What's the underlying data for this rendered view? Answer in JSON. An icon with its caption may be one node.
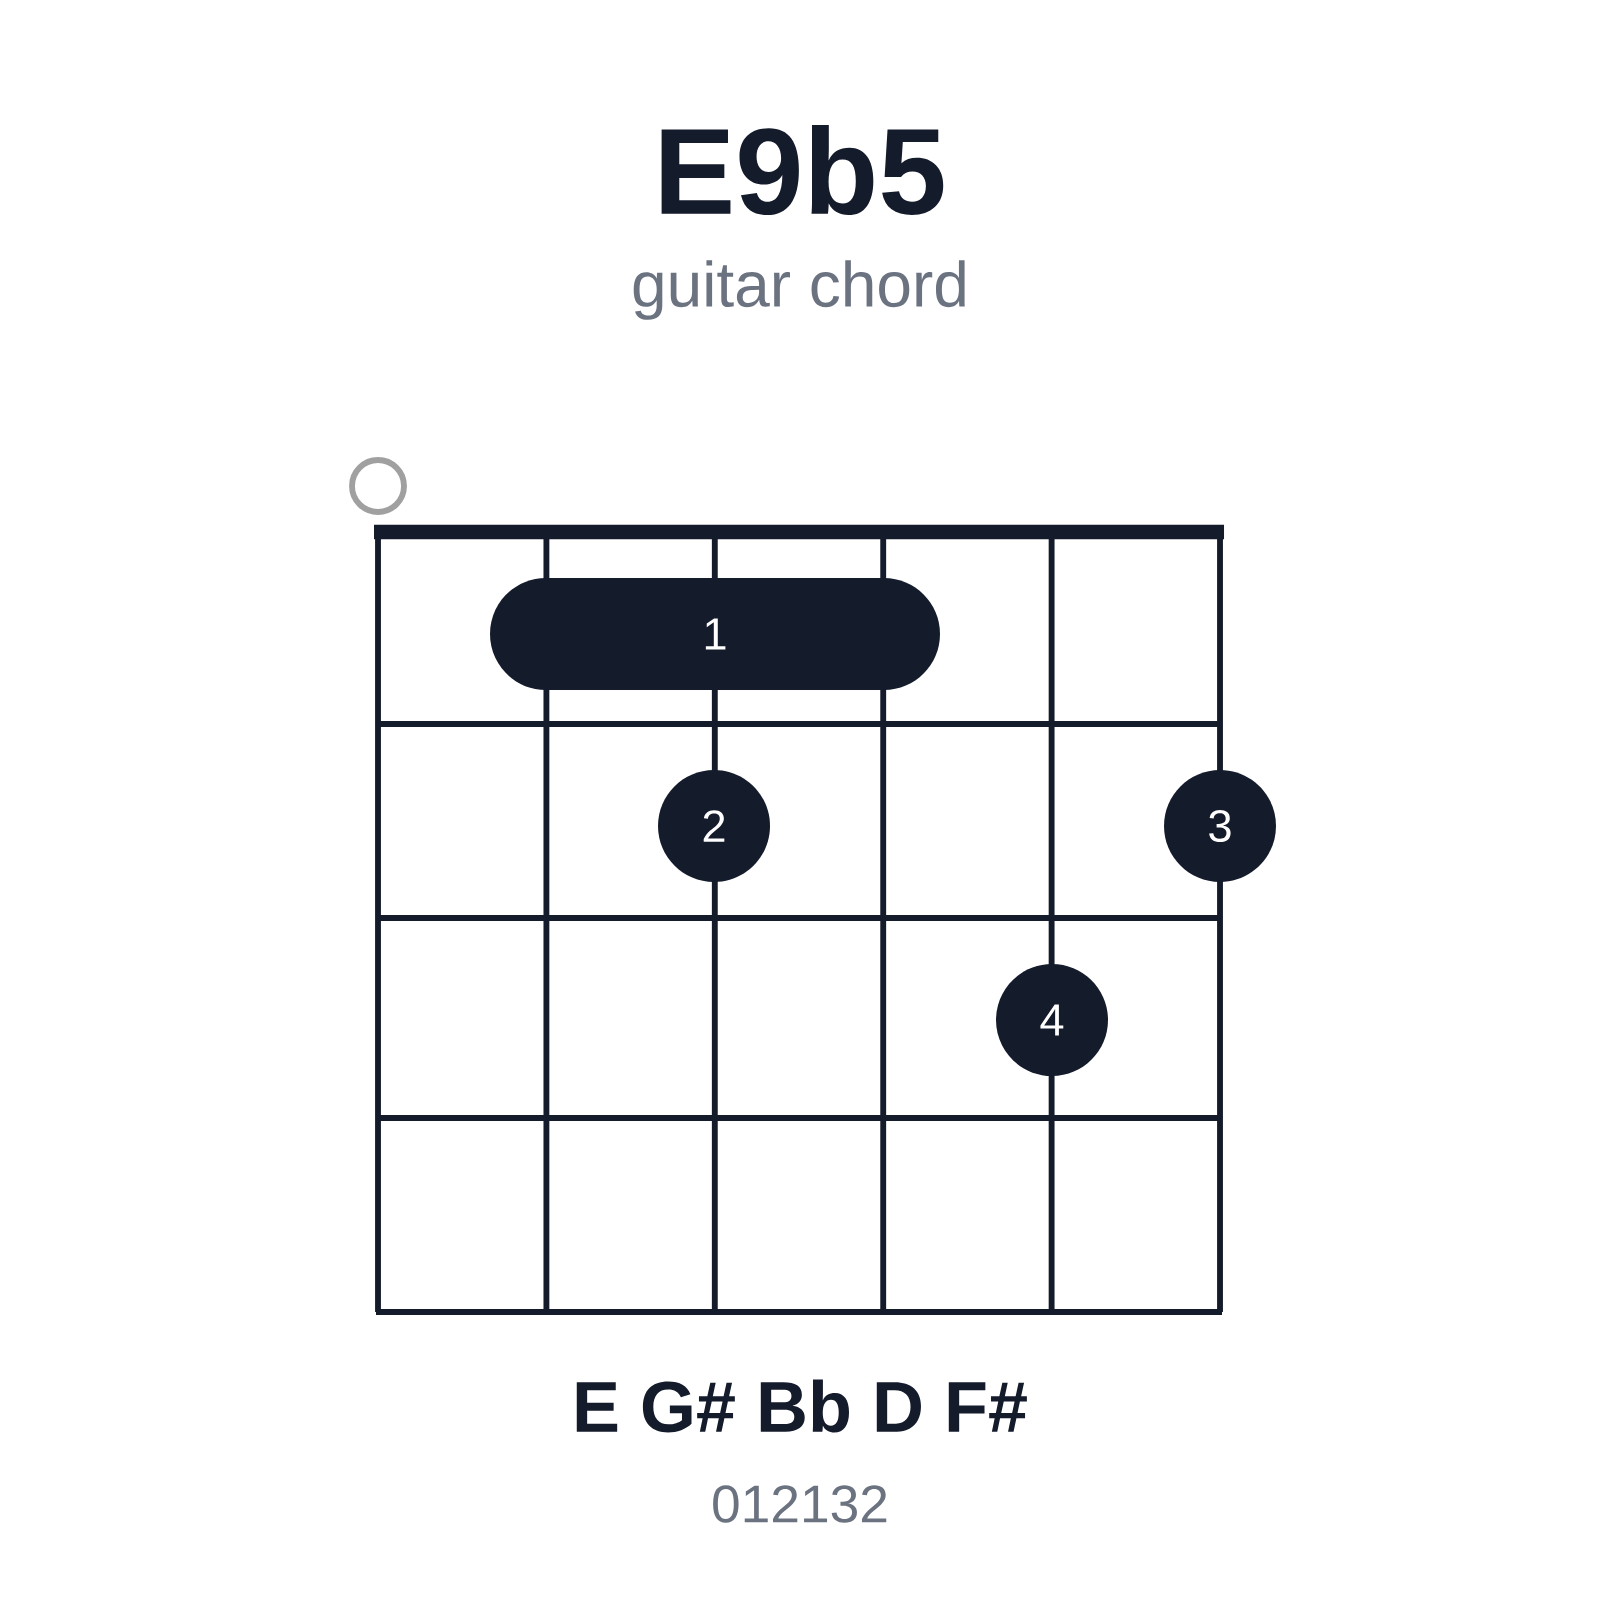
{
  "diagram": {
    "title": "E9b5",
    "nodes": [
      {
        "text": [],
        "shape": "circle"
      },
      {
        "text": [
          "1"
        ]
      },
      {
        "text": [
          "2"
        ]
      },
      {
        "text": [
          "3"
        ]
      },
      {
        "text": [
          "4"
        ]
      }
    ],
    "labels": [
      "guitar chord",
      "E G# Bb D F#",
      "012132"
    ]
  }
}
